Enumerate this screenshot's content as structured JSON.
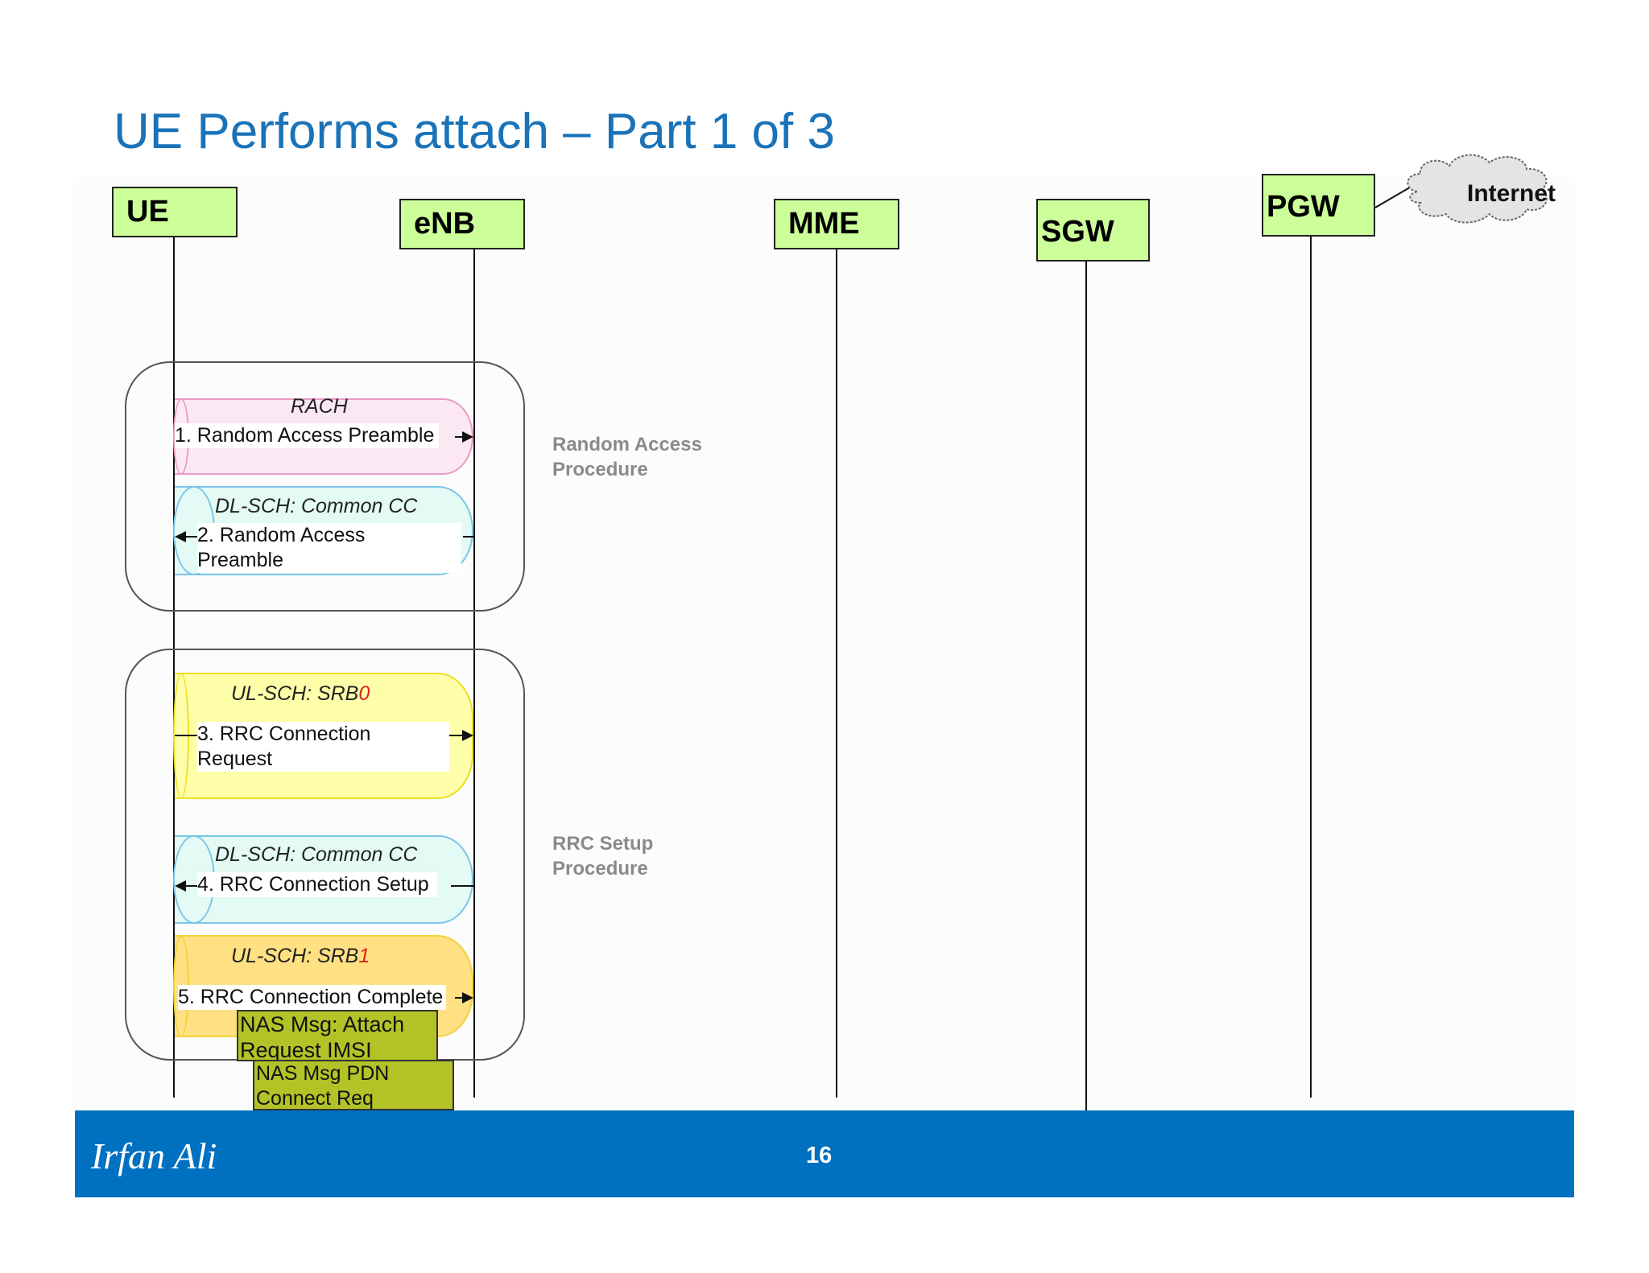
{
  "title": "UE Performs attach – Part 1 of 3",
  "entities": {
    "ue": "UE",
    "enb": "eNB",
    "mme": "MME",
    "sgw": "SGW",
    "pgw": "PGW"
  },
  "cloud_label": "Internet",
  "procedures": {
    "random_access": {
      "line1": "Random Access",
      "line2": "Procedure"
    },
    "rrc_setup": {
      "line1": "RRC Setup",
      "line2": "Procedure"
    }
  },
  "messages": [
    {
      "channel": "RACH",
      "text": "1. Random Access Preamble",
      "direction": "UE->eNB",
      "color": "#fce8f3"
    },
    {
      "channel": "DL-SCH: Common CC",
      "text_line1": "2. Random Access",
      "text_line2": "Preamble",
      "direction": "eNB->UE",
      "color": "#e3fbf4"
    },
    {
      "channel_prefix": "UL-SCH: SRB",
      "channel_suffix": "0",
      "text_line1": "3. RRC Connection",
      "text_line2": "Request",
      "direction": "UE->eNB",
      "color": "#ffffaa"
    },
    {
      "channel": "DL-SCH: Common CC",
      "text": "4. RRC Connection Setup",
      "direction": "eNB->UE",
      "color": "#e3fbf4"
    },
    {
      "channel_prefix": "UL-SCH: SRB",
      "channel_suffix": "1",
      "text": "5. RRC Connection Complete",
      "direction": "UE->eNB",
      "color": "#ffe082"
    }
  ],
  "nas_messages": [
    {
      "line1": "NAS Msg: Attach",
      "line2": "Request IMSI"
    },
    {
      "line1": "NAS Msg PDN",
      "line2": "Connect Req"
    }
  ],
  "footer": {
    "author": "Irfan Ali",
    "page_number": "16"
  },
  "colors": {
    "title": "#1a73b8",
    "entity_fill": "#ccff99",
    "footer": "#0070c0",
    "nas_fill": "#b3c227",
    "highlight_red": "#e0201c"
  }
}
